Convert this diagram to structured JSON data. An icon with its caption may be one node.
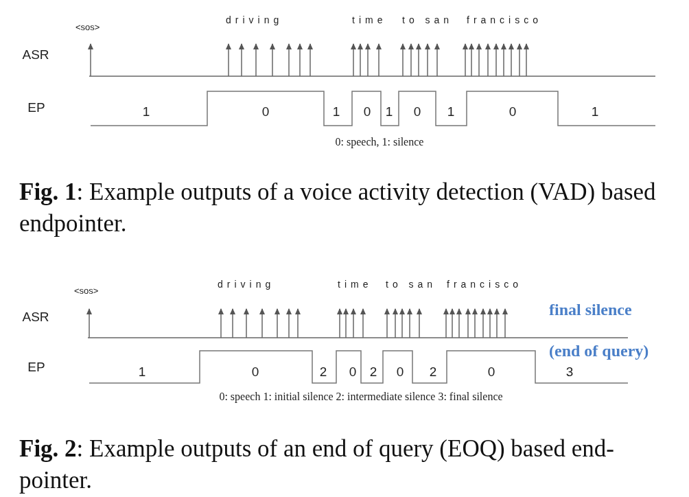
{
  "diagram": {
    "labels": [
      "<sos>",
      "driving",
      "time",
      "to san",
      "francisco",
      "ASR",
      "EP",
      "1",
      "0",
      "1",
      "0",
      "1",
      "0",
      "1",
      "0",
      "1",
      "0: speech, 1: silence",
      "**Fig. 1**: Example outputs of a voice activity detection (VAD) based endpointer.",
      "<sos>",
      "driving",
      "time",
      "to san",
      "francisco",
      "final silence",
      "ASR",
      "(end of query)",
      "EP",
      "1",
      "0",
      "2",
      "0",
      "2",
      "0",
      "2",
      "0",
      "3",
      "0: speech 1: initial silence 2: intermediate silence 3: final silence",
      "**Fig. 2**: Example outputs of an end of query (EOQ) based end-pointer."
    ]
  }
}
